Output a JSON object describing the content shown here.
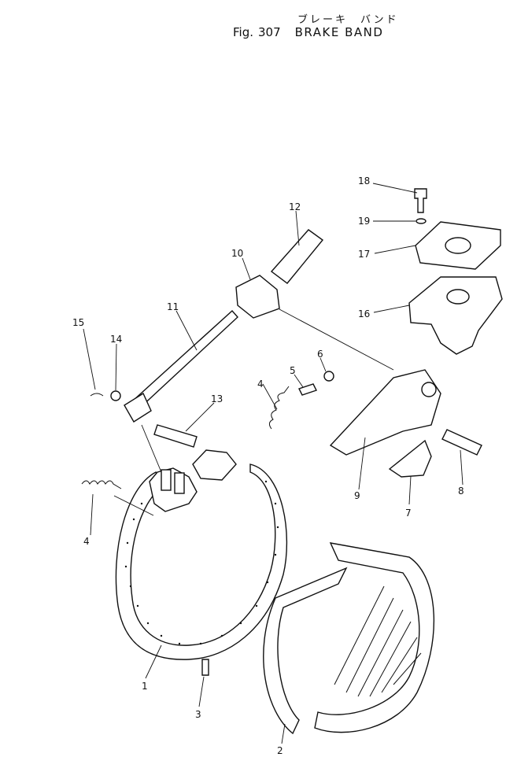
{
  "header": {
    "kana_title": "ブレーキ　バンド",
    "fig_label": "Fig.",
    "fig_number": "307",
    "title": "BRAKE BAND"
  },
  "callouts": [
    "1",
    "2",
    "3",
    "4",
    "4",
    "5",
    "6",
    "7",
    "8",
    "9",
    "10",
    "11",
    "12",
    "13",
    "14",
    "15",
    "16",
    "17",
    "18",
    "19"
  ]
}
